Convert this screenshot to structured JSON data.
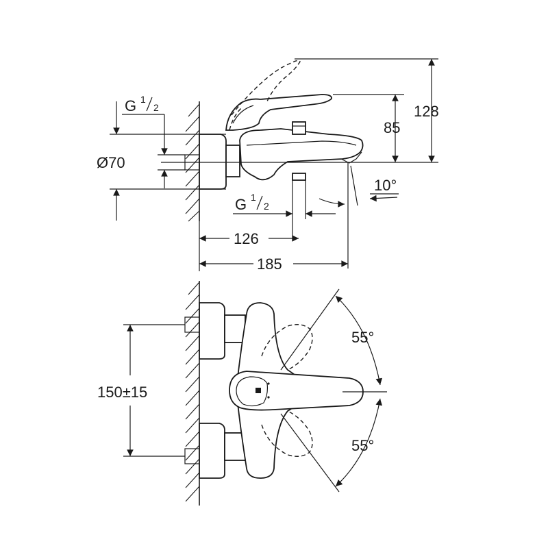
{
  "dimensions": {
    "height_total": "128",
    "height_spout": "85",
    "diameter": "Ø70",
    "thread_top": "G",
    "thread_top_sup": "1",
    "thread_top_sub": "2",
    "thread_bottom": "G",
    "thread_bottom_sup": "1",
    "thread_bottom_sub": "2",
    "angle_spout": "10°",
    "depth_outlet": "126",
    "depth_total": "185",
    "inlet_spacing": "150±15",
    "angle_upper": "55°",
    "angle_lower": "55°"
  }
}
